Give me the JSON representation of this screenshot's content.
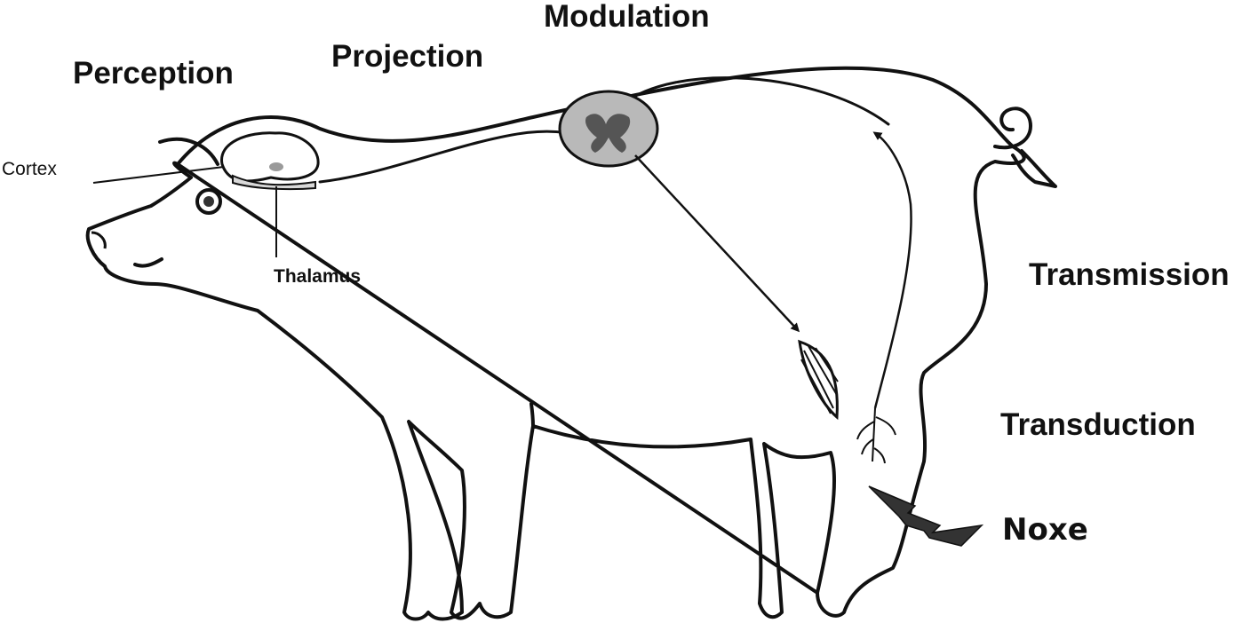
{
  "labels": {
    "perception": "Perception",
    "projection": "Projection",
    "modulation": "Modulation",
    "transmission": "Transmission",
    "transduction": "Transduction",
    "noxe": "Noxe",
    "cortex": "Cortex",
    "thalamus": "Thalamus"
  },
  "icons": {
    "pig": "pig-outline-icon",
    "brain": "brain-icon",
    "spinal_cord": "spinal-cord-cross-section-icon",
    "muscle": "muscle-icon",
    "stimulus": "lightning-bolt-icon"
  },
  "colors": {
    "ink": "#111111",
    "cord_fill": "#b9b9b9",
    "grey_matter": "#555555",
    "thalamus_dot": "#9a9a9a"
  }
}
